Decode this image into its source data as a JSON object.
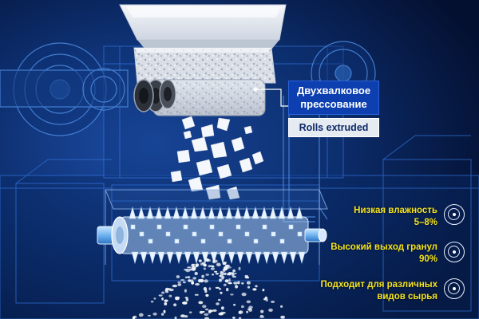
{
  "callout": {
    "title_ru_line1": "Двухвалковое",
    "title_ru_line2": "прессование",
    "title_en": "Rolls extruded"
  },
  "features": [
    {
      "line1": "Низкая влажность",
      "line2": "5–8%",
      "icon": "target-ring-icon"
    },
    {
      "line1": "Высокий выход гранул",
      "line2": "90%",
      "icon": "target-ring-icon"
    },
    {
      "line1": "Подходит для различных",
      "line2": "видов сырья",
      "icon": "target-ring-icon"
    }
  ],
  "colors": {
    "background": "#06163a",
    "callout_fill": "#0d3fb0",
    "feature_text": "#f3e21e",
    "wire_lines": "#2f6fd6"
  }
}
